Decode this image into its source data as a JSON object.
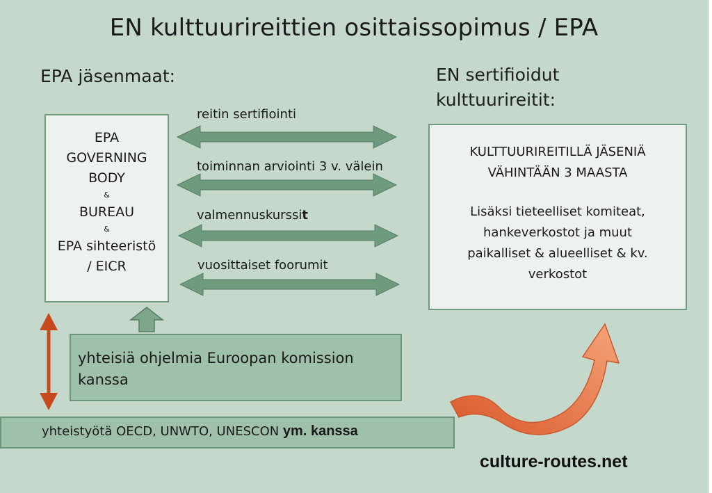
{
  "title": "EN kulttuurireittien osittaissopimus / EPA",
  "left_heading": "EPA jäsenmaat:",
  "right_heading_line1": "EN sertifioidut",
  "right_heading_line2": "kulttuurireitit:",
  "left_box": {
    "line1": "EPA",
    "line2": "GOVERNING",
    "line3": "BODY",
    "amp1": "&",
    "line4": "BUREAU",
    "amp2": "&",
    "line5": "EPA sihteeristö",
    "line6": "/ EICR"
  },
  "right_box": {
    "line1": "KULTTUURIREITILLÄ JÄSENIÄ",
    "line2": "VÄHINTÄÄN 3 MAASTA",
    "line3": "Lisäksi tieteelliset komiteat,",
    "line4": "hankeverkostot  ja muut",
    "line5": "paikalliset & alueelliset & kv.",
    "line6": "verkostot"
  },
  "arrows": {
    "label1": "reitin sertifiointi",
    "label2": "toiminnan arviointi 3 v. välein",
    "label3_main": "valmennuskurssi",
    "label3_end": "t",
    "label4": "vuosittaiset foorumit"
  },
  "program_box": {
    "line1": "yhteisiä ohjelmia Euroopan komission",
    "line2": "kanssa"
  },
  "coop_box": {
    "text": "yhteistyötä OECD, UNWTO, UNESCON ",
    "emph": "ym. kanssa"
  },
  "website": "culture-routes.net",
  "colors": {
    "background": "#c5d8cc",
    "arrow_green": "#6e9a7d",
    "arrow_red": "#c64a1d",
    "curved_arrow": "#e8774a"
  }
}
